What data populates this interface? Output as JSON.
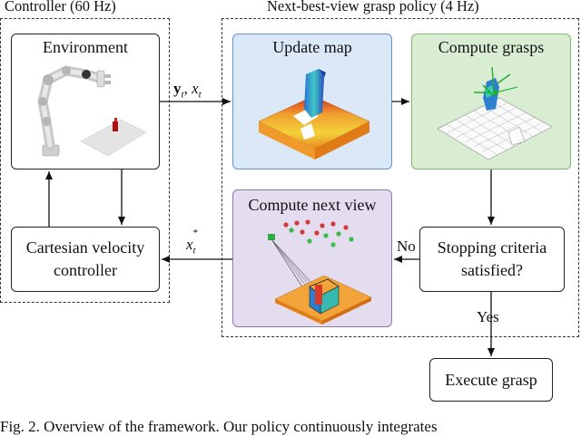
{
  "groups": {
    "controller_title": "Controller (60 Hz)",
    "policy_title": "Next-best-view grasp policy (4 Hz)"
  },
  "boxes": {
    "environment": "Environment",
    "velocity_controller_line1": "Cartesian velocity",
    "velocity_controller_line2": "controller",
    "update_map": "Update map",
    "compute_grasps": "Compute grasps",
    "compute_next_view": "Compute next view",
    "stopping_line1": "Stopping criteria",
    "stopping_line2": "satisfied?",
    "execute_grasp": "Execute grasp"
  },
  "edge_labels": {
    "obs_y": "y",
    "obs_y_sub": "t",
    "obs_sep": ", ",
    "obs_x": "x",
    "obs_x_sub": "t",
    "target_x": "x",
    "target_sub": "t",
    "target_sup": "*",
    "no": "No",
    "yes": "Yes"
  },
  "caption": "Fig. 2.    Overview of the framework. Our policy continuously integrates"
}
